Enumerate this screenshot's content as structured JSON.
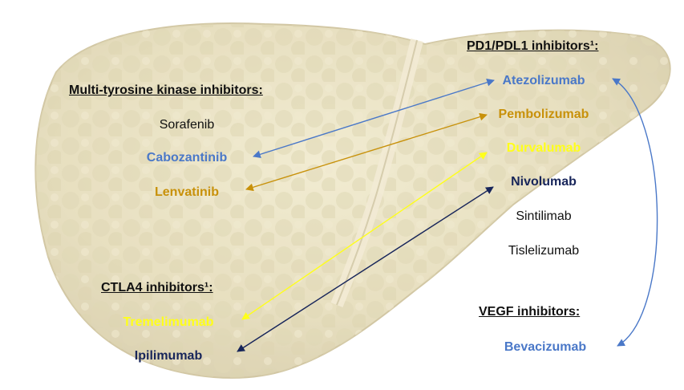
{
  "colors": {
    "blue": "#4a78c8",
    "gold": "#c8910a",
    "yellow": "#ffff1a",
    "navy": "#17255a",
    "black": "#111111"
  },
  "headers": {
    "mtki": "Multi-tyrosine kinase inhibitors:",
    "pd1": "PD1/PDL1 inhibitors¹:",
    "ctla4": "CTLA4 inhibitors¹:",
    "vegf": "VEGF inhibitors:"
  },
  "drugs": {
    "sorafenib": "Sorafenib",
    "cabozantinib": "Cabozantinib",
    "lenvatinib": "Lenvatinib",
    "atezolizumab": "Atezolizumab",
    "pembolizumab": "Pembolizumab",
    "durvalumab": "Durvalumab",
    "nivolumab": "Nivolumab",
    "sintilimab": "Sintilimab",
    "tislelizumab": "Tislelizumab",
    "tremelimumab": "Tremelimumab",
    "ipilimumab": "Ipilimumab",
    "bevacizumab": "Bevacizumab"
  },
  "connections": [
    {
      "from": "cabozantinib",
      "to": "atezolizumab",
      "color": "blue"
    },
    {
      "from": "lenvatinib",
      "to": "pembolizumab",
      "color": "gold"
    },
    {
      "from": "tremelimumab",
      "to": "durvalumab",
      "color": "yellow"
    },
    {
      "from": "ipilimumab",
      "to": "nivolumab",
      "color": "navy"
    },
    {
      "from": "atezolizumab",
      "to": "bevacizumab",
      "color": "blue",
      "curved": true
    }
  ]
}
